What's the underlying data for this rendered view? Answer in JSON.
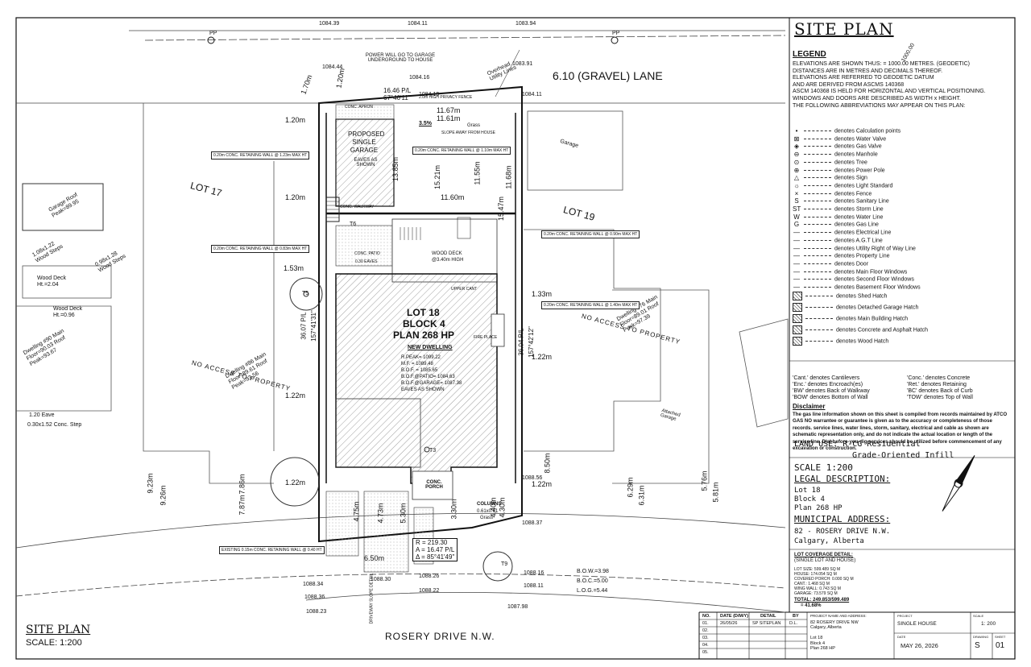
{
  "sheet_title": "SITE PLAN",
  "scale_label": "SCALE:  1:200",
  "plan": {
    "lane": "6.10 (GRAVEL) LANE",
    "street": "ROSERY DRIVE N.W.",
    "lot_main": "LOT 18",
    "block": "BLOCK 4",
    "plan_no": "PLAN 268 HP",
    "lot_left": "LOT 17",
    "lot_right": "LOT 19",
    "garage_label": "PROPOSED SINGLE GARAGE",
    "eaves_as_shown": "EAVES AS SHOWN",
    "power_note": "POWER WILL GO TO GARAGE UNDERGROUND TO HOUSE",
    "overhead_note": "Overhead Utility Lines",
    "privacy_fence": "2.0m HIGH PRIVACY FENCE",
    "conc_apron": "CONC. APRON",
    "conc_walkway": "CONC. WALKWAY",
    "conc_patio": "CONC. PATIO",
    "wood_deck": "WOOD DECK",
    "wood_deck_high": "@3.40m HIGH",
    "upper_cant": "UPPER CANT",
    "eaves_030": "0.30 EAVES",
    "new_dwelling": "NEW DWELLING",
    "dwelling_stats": [
      "R.PEAK= 1099.22",
      "M.F.   = 1089.48",
      "B.O.F. = 1085.65",
      "B.O.F.@PATIO= 1084.63",
      "B.O.F.@GARAGE= 1087.38",
      "EAVES AS SHOWN"
    ],
    "fireplace": "FIRE PLACE",
    "conc_porch": "CONC. PORCH",
    "columns": "COLUMNS",
    "columns_size": "0.61x0.61",
    "grass": "Grass",
    "no_access": "NO ACCESS TO PROPERTY",
    "garage_neighbor": "Garage",
    "attached_garage": "Attached Garage",
    "dwelling76": "Dwelling #76 Main Floor=89.01 Roof Peak=97.39",
    "dwelling86": "Dwelling #86 Main Floor=89.61 Roof Peak=93.56",
    "dwelling90": "Dwelling #90 Main Floor=90.03 Roof Peak=93.67",
    "garage_left": "Garage Roof Peak=89.95",
    "wood_deck_left": "Wood Deck Ht.=2.04",
    "wood_deck_left2": "Wood Deck Ht.=0.96",
    "wood_steps": "1.08x1.22 Wood Steps",
    "wood_steps2": "0.98x1.28 Wood Steps",
    "eave_120": "1.20 Eave",
    "conc_step": "0.30x1.52 Conc. Step",
    "curve": [
      "R = 219.30",
      "A = 16.47 P/L",
      "Δ = 85°41'49\""
    ],
    "pl_top": "16.46 P/L",
    "bearing_top": "67°46'11\"",
    "pl_left": "36.07 P/L",
    "bearing_left": "157°41'31\"",
    "pl_right": "36.04 P/L",
    "bearing_right": "157°42'12\"",
    "dims": [
      "1.70m",
      "1.20m",
      "1.20m",
      "1.20m",
      "1.53m",
      "1.22m",
      "1.22m",
      "1.22m",
      "1.33m",
      "1.22m",
      "11.67m",
      "11.61m",
      "11.60m",
      "13.85m",
      "15.21m",
      "11.55m",
      "11.68m",
      "15.47m",
      "8.50m",
      "6.50m",
      "4.75m",
      "4.73m",
      "5.30m",
      "3.30m",
      "4.30m",
      "4.40m",
      "7.87m",
      "7.86m",
      "9.23m",
      "9.26m",
      "6.29m",
      "6.31m",
      "5.76m",
      "5.81m"
    ],
    "ret_walls": [
      "0.20m CONC. RETAINING WALL @ 1.23m MAX HT",
      "0.20m CONC. RETAINING WALL @ 1.10m MAX HT",
      "0.20m CONC. RETAINING WALL @ 0.90m MAX HT",
      "0.20m CONC. RETAINING WALL @ 0.83m MAX HT",
      "0.20m CONC. RETAINING WALL @ 1.40m MAX HT",
      "EXISTING 0.15m CONC. RETAINING WALL @ 0.40 HT"
    ],
    "elevations_top": [
      "1084.39",
      "1084.11",
      "1083.94",
      "1083.91",
      "1084.44",
      "1084.16",
      "1084.19",
      "1084.11"
    ],
    "elevations_bottom": [
      "1088.34",
      "1088.36",
      "1088.30",
      "1088.26",
      "1088.22",
      "1088.16",
      "1088.11",
      "1087.98",
      "1088.23",
      "1088.37",
      "1088.56"
    ],
    "bow_labels": [
      "B.O.W.=3.98",
      "B.O.C.=5.00",
      "L.O.G.=5.44"
    ],
    "trees": [
      "T5",
      "T6",
      "T3",
      "T9"
    ],
    "pp": [
      "PP",
      "PP"
    ],
    "curbside": "3.5%",
    "slope_note": "SLOPE AWAY FROM HOUSE",
    "driveway_note": "DRIVEWAY SLOPE DETAIL"
  },
  "legend": {
    "title": "LEGEND",
    "elev_example": "1000.00",
    "notes": [
      "ELEVATIONS ARE SHOWN THUS:        = 1000.00 METRES. (GEODETIC)",
      "DISTANCES ARE IN METRES AND DECIMALS THEREOF.",
      "ELEVATIONS ARE REFERRED TO GEODETIC DATUM",
      "AND ARE DERIVED FROM ASCMS 140368",
      "ASCM 140368 IS HELD FOR HORIZONTAL AND VERTICAL POSITIONING.",
      "WINDOWS AND DOORS ARE DESCRIBED AS WIDTH x HEIGHT.",
      "THE FOLLOWING ABBREVIATIONS MAY APPEAR ON THIS PLAN:"
    ],
    "items": [
      {
        "sym": "•",
        "label": "denotes Calculation points"
      },
      {
        "sym": "⊠",
        "label": "denotes Water Valve"
      },
      {
        "sym": "◈",
        "label": "denotes Gas Valve"
      },
      {
        "sym": "⊖",
        "label": "denotes Manhole"
      },
      {
        "sym": "⊙",
        "label": "denotes Tree"
      },
      {
        "sym": "⊕",
        "label": "denotes Power Pole"
      },
      {
        "sym": "△",
        "label": "denotes Sign"
      },
      {
        "sym": "☼",
        "label": "denotes Light Standard"
      },
      {
        "sym": "×",
        "label": "denotes Fence"
      },
      {
        "sym": "S",
        "label": "denotes Sanitary Line"
      },
      {
        "sym": "ST",
        "label": "denotes Storm Line"
      },
      {
        "sym": "W",
        "label": "denotes Water Line"
      },
      {
        "sym": "G",
        "label": "denotes Gas Line"
      },
      {
        "sym": "—",
        "label": "denotes Electrical Line"
      },
      {
        "sym": "—",
        "label": "denotes A.G.T Line"
      },
      {
        "sym": "—",
        "label": "denotes Utility Right of Way Line"
      },
      {
        "sym": "—",
        "label": "denotes Property Line"
      },
      {
        "sym": "—",
        "label": "denotes Door"
      },
      {
        "sym": "—",
        "label": "denotes Main Floor Windows"
      },
      {
        "sym": "—",
        "label": "denotes Second Floor Windows"
      },
      {
        "sym": "—",
        "label": "denotes Basement Floor Windows"
      }
    ],
    "hatches": [
      "denotes Shed Hatch",
      "denotes Detached Garage Hatch",
      "denotes Main Building Hatch",
      "denotes Concrete and Asphalt Hatch",
      "denotes Wood Hatch"
    ],
    "abbr_left": [
      "'Cant.' denotes Cantilevers",
      "'Enc.' denotes Encroach(es)",
      "'BW' denotes Back of Walkway",
      "'BOW' denotes Bottom of Wall"
    ],
    "abbr_right": [
      "'Conc.' denotes Concrete",
      "'Ret.' denotes Retaining",
      "'BC' denotes Back of Curb",
      "'TOW' denotes Top of Wall"
    ],
    "disclaimer_title": "Disclaimer",
    "disclaimer": "The gas line information shown on this sheet is compiled from records maintained by ATCO GAS NO warrantee or guarantee is given as to the accuracy or completeness of those records. service lines, water lines, storm, sanitary, electrical and cable as shown are schematic representation only, and do not indicate the actual location or length of the service line. Dial-before-you-dig services should be utilized before commencement of any excavation or construction.",
    "land_use": "LAND USE: R-CG Residential",
    "land_use2": "Grade-Oriented Infill",
    "scale": "SCALE  1:200",
    "legal_title": "LEGAL DESCRIPTION:",
    "legal": [
      "Lot 18",
      "Block 4",
      "Plan 268 HP"
    ],
    "municipal_title": "MUNICIPAL ADDRESS:",
    "municipal": [
      "82  - ROSERY DRIVE N.W.",
      "Calgary, Alberta"
    ],
    "coverage_title": "LOT COVERAGE DETAIL:",
    "coverage_sub": "(SINGLE LOT AND HOUSE)",
    "coverage": [
      "LOT SIZE: 599.489 SQ M",
      "HOUSE: 174.054 SQ M",
      "COVERED PORCH: 0.000 SQ M",
      "CANT.: 1.468 SQ M",
      "WING WALL: 0.743 SQ M",
      "GARAGE: 73.579 SQ M"
    ],
    "coverage_total": "TOTAL: 249.853/599.489",
    "coverage_pct": "= 41.68%"
  },
  "title_block": {
    "headers": [
      "NO.",
      "DATE (D/M/Y)",
      "DETAIL",
      "BY"
    ],
    "rows": [
      [
        "01.",
        "26/05/26",
        "SP SITEPLAN",
        "D.L."
      ],
      [
        "02.",
        "",
        "",
        ""
      ],
      [
        "03.",
        "",
        "",
        ""
      ],
      [
        "04.",
        "",
        "",
        ""
      ],
      [
        "05.",
        "",
        "",
        ""
      ]
    ],
    "project_label": "PROJECT NAME AND ADDRESS:",
    "project": [
      "82 ROSERY DRIVE NW",
      "Calgary, Alberta",
      "",
      "Lot 18",
      "Block 4",
      "Plan 268 HP"
    ],
    "type_label": "PROJECT",
    "type": "SINGLE HOUSE",
    "scale_label": "SCALE",
    "scale": "1: 200",
    "date_label": "DATE",
    "date": "MAY 26, 2026",
    "drawing_label": "DRAWING",
    "sheet_label": "SHEET",
    "sheet": "S",
    "sheet_no": "01"
  },
  "colors": {
    "ink": "#111111",
    "hatch": "#777777",
    "paper": "#ffffff"
  }
}
